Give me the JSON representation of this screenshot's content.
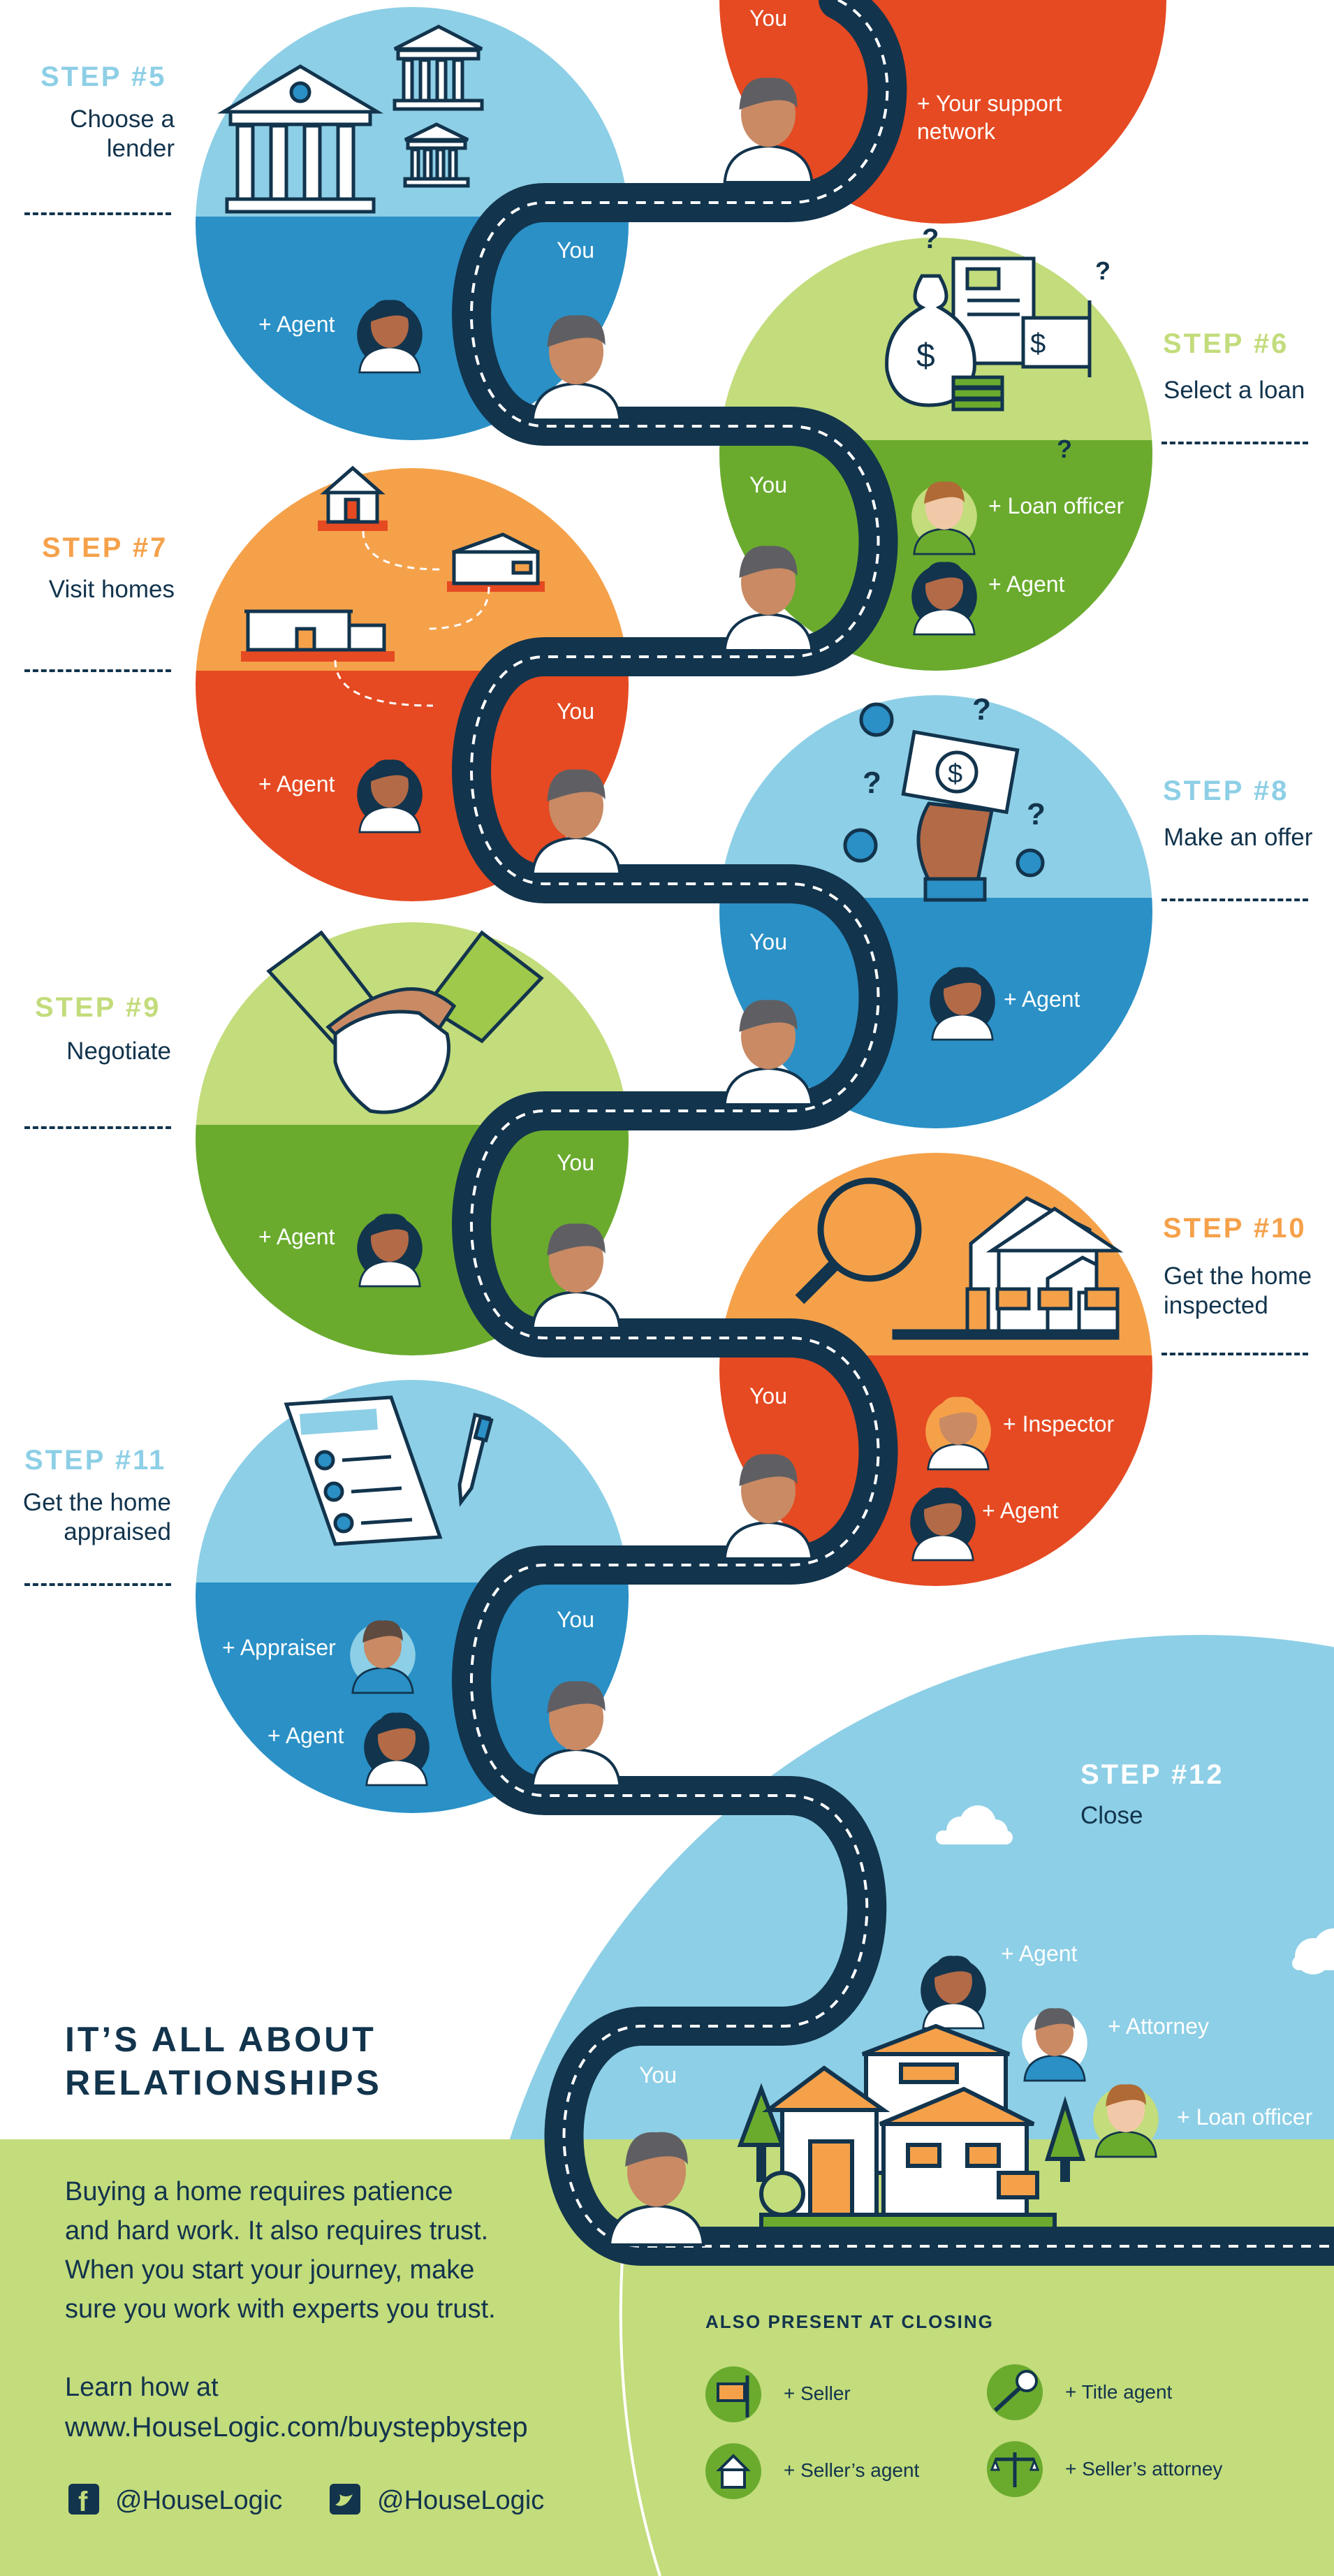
{
  "steps": [
    {
      "title": "STEP #5",
      "subtitle": [
        "Choose a",
        "lender"
      ],
      "role": "+ Agent",
      "you": "You"
    },
    {
      "title": "STEP #6",
      "subtitle": [
        "Select a loan"
      ],
      "roles": [
        "+ Loan officer",
        "+ Agent"
      ],
      "you": "You"
    },
    {
      "title": "STEP #7",
      "subtitle": [
        "Visit homes"
      ],
      "role": "+ Agent",
      "you": "You"
    },
    {
      "title": "STEP #8",
      "subtitle": [
        "Make an offer"
      ],
      "role": "+ Agent",
      "you": "You"
    },
    {
      "title": "STEP #9",
      "subtitle": [
        "Negotiate"
      ],
      "role": "+ Agent",
      "you": "You"
    },
    {
      "title": "STEP #10",
      "subtitle": [
        "Get the home",
        "inspected"
      ],
      "roles": [
        "+ Inspector",
        "+ Agent"
      ],
      "you": "You"
    },
    {
      "title": "STEP #11",
      "subtitle": [
        "Get the home",
        "appraised"
      ],
      "roles": [
        "+ Appraiser",
        "+ Agent"
      ],
      "you": "You"
    },
    {
      "title": "STEP #12",
      "subtitle": [
        "Close"
      ],
      "roles": [
        "+ Agent",
        "+ Attorney",
        "+ Loan officer"
      ],
      "you": "You"
    }
  ],
  "top": {
    "you": "You",
    "support": [
      "+ Your support",
      "network"
    ]
  },
  "closing": {
    "heading": [
      "IT’S ALL ABOUT",
      "RELATIONSHIPS"
    ],
    "body": [
      "Buying a home requires patience",
      "and hard work. It also requires trust.",
      "When you start your journey, make",
      "sure you work with experts you trust."
    ],
    "learn": "Learn how at",
    "url": "www.HouseLogic.com/buystepbystep",
    "facebook": "@HouseLogic",
    "twitter": "@HouseLogic",
    "also_heading": "ALSO PRESENT AT CLOSING",
    "also": [
      "+ Seller",
      "+ Title agent",
      "+ Seller’s agent",
      "+ Seller’s attorney"
    ]
  },
  "colors": {
    "navy": "#12344d",
    "light_blue": "#8dcfe6",
    "blue": "#2a90c6",
    "light_green": "#c3dc7c",
    "green": "#6aab2e",
    "orange": "#f5a14a",
    "red": "#e54a22",
    "skin": "#c98a64",
    "hair": "#5f5f63"
  },
  "icons": [
    "bank-icon",
    "money-bag-icon",
    "house-icon",
    "cash-hand-icon",
    "handshake-icon",
    "magnifier-house-icon",
    "checklist-icon",
    "pen-icon",
    "facebook-icon",
    "twitter-icon",
    "sign-icon",
    "key-icon",
    "scales-icon",
    "cloud-icon",
    "tree-icon"
  ]
}
